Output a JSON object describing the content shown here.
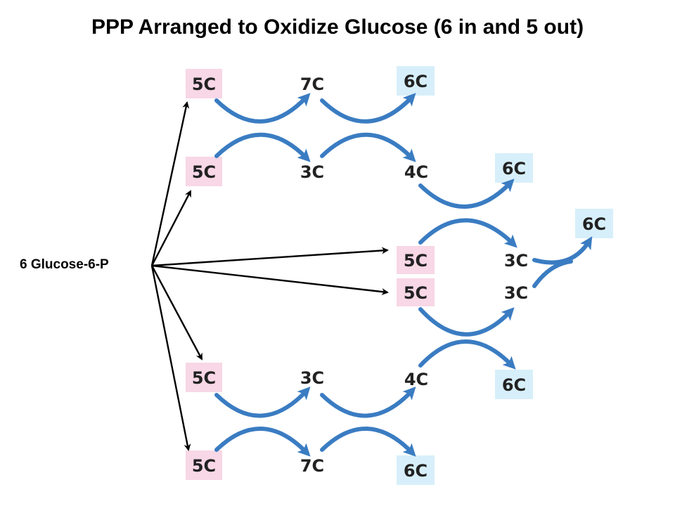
{
  "title": "PPP Arranged to Oxidize Glucose (6 in and 5 out)",
  "source_label": "6 Glucose-6-P",
  "colors": {
    "pentose_box": "#f8d7e6",
    "hexose_box": "#d7effa",
    "arrow_blue": "#3a7cc2",
    "arrow_black": "#000000"
  },
  "nodes": [
    {
      "id": "n5c_1",
      "label": "5C",
      "kind": "pentose"
    },
    {
      "id": "n7c_1",
      "label": "7C",
      "kind": "plain"
    },
    {
      "id": "n6c_1",
      "label": "6C",
      "kind": "hexose"
    },
    {
      "id": "n5c_2",
      "label": "5C",
      "kind": "pentose"
    },
    {
      "id": "n3c_1",
      "label": "3C",
      "kind": "plain"
    },
    {
      "id": "n4c_1",
      "label": "4C",
      "kind": "plain"
    },
    {
      "id": "n6c_2",
      "label": "6C",
      "kind": "hexose"
    },
    {
      "id": "n6c_3",
      "label": "6C",
      "kind": "hexose"
    },
    {
      "id": "n5c_3",
      "label": "5C",
      "kind": "pentose"
    },
    {
      "id": "n3c_2",
      "label": "3C",
      "kind": "plain"
    },
    {
      "id": "n5c_4",
      "label": "5C",
      "kind": "pentose"
    },
    {
      "id": "n3c_3",
      "label": "3C",
      "kind": "plain"
    },
    {
      "id": "n4c_2",
      "label": "4C",
      "kind": "plain"
    },
    {
      "id": "n6c_4",
      "label": "6C",
      "kind": "hexose"
    },
    {
      "id": "n5c_5",
      "label": "5C",
      "kind": "pentose"
    },
    {
      "id": "n3c_4",
      "label": "3C",
      "kind": "plain"
    },
    {
      "id": "n5c_6",
      "label": "5C",
      "kind": "pentose"
    },
    {
      "id": "n7c_2",
      "label": "7C",
      "kind": "plain"
    },
    {
      "id": "n6c_5",
      "label": "6C",
      "kind": "hexose"
    }
  ]
}
